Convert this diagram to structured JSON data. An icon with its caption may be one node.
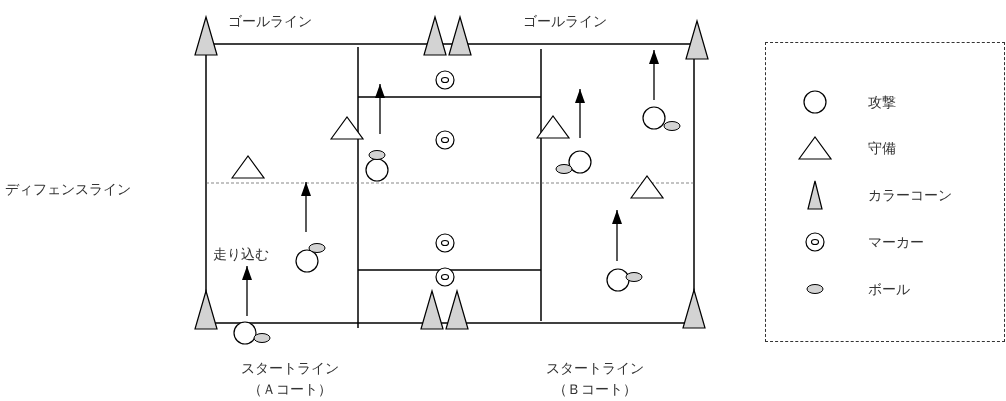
{
  "diagram": {
    "labels": [
      "ゴールライン",
      "ゴールライン",
      "ディフェンスライン",
      "走り込む",
      "スタートライン",
      "（Ａコート）",
      "スタートライン",
      "（Ｂコート）"
    ],
    "legend": [
      {
        "text": "攻撃"
      },
      {
        "text": "守備"
      },
      {
        "text": "カラーコーン"
      },
      {
        "text": "マーカー"
      },
      {
        "text": "ボール"
      }
    ]
  }
}
